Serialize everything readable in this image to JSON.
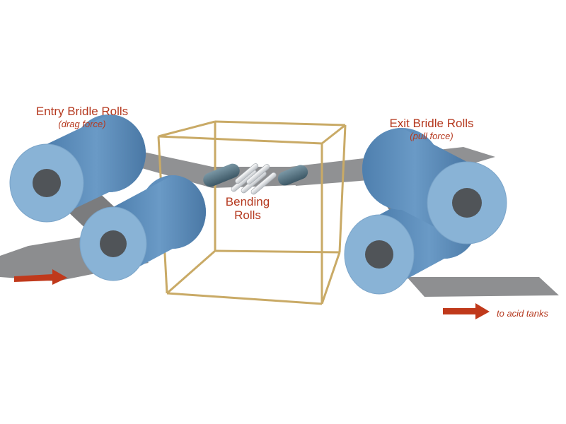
{
  "labels": {
    "entry_title": "Entry Bridle Rolls",
    "entry_note": "(drag force)",
    "exit_title": "Exit Bridle Rolls",
    "exit_note": "(pull force)",
    "bending_line1": "Bending",
    "bending_line2": "Rolls",
    "destination": "to acid tanks"
  },
  "colors": {
    "strip": "#8e8f91",
    "strip_dark": "#6f7072",
    "roll_face": "#89b3d6",
    "roll_side": "#5f8fbd",
    "roll_hub": "#505458",
    "frame": "#c9aa66",
    "bend_roll_steel": "#4e6a78",
    "bend_roll_light": "#dfe2e5",
    "arrow": "#c0391b",
    "label": "#b5391f"
  }
}
